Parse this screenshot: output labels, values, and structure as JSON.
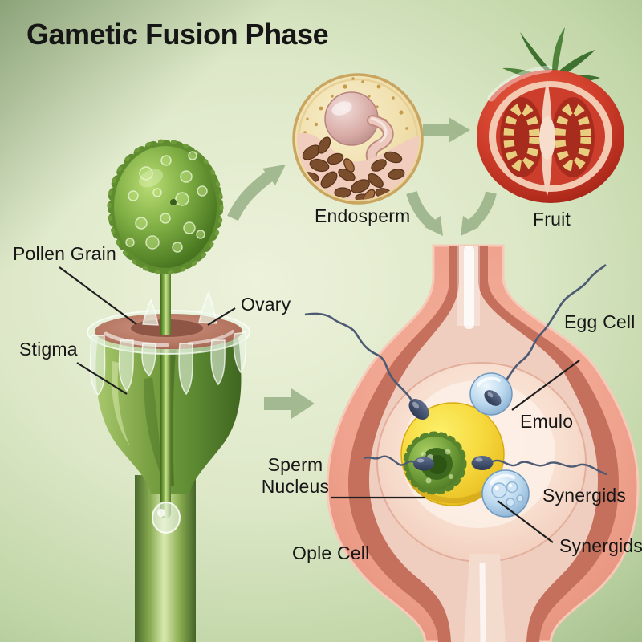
{
  "title": "Gametic Fusion Phase",
  "labels": {
    "pollen_grain": "Pollen Grain",
    "stigma": "Stigma",
    "ovary": "Ovary",
    "endosperm": "Endosperm",
    "fruit": "Fruit",
    "egg_cell": "Egg Cell",
    "emulo": "Emulo",
    "sperm_nucleus": "Sperm Nucleus",
    "ople_cell": "Ople Cell",
    "synergids_upper": "Synergids",
    "synergids_lower": "Synergids"
  },
  "illustrations": [
    "pollen-grain-icon",
    "stigma-ovary-icon",
    "endosperm-seed-icon",
    "fruit-tomato-icon",
    "ovule-cross-section-icon",
    "sperm-cell-icon",
    "egg-cell-icon",
    "synergid-cell-icon"
  ],
  "flow_arrows": [
    "arrow-pollen-to-endosperm",
    "arrow-endosperm-to-fruit",
    "arrow-pair-down-to-ovule",
    "arrow-left-to-ovule"
  ],
  "colors": {
    "background_light": "#edf2db",
    "background_dark": "#7e9e67",
    "text": "#161616",
    "arrow_green": "#9ab288",
    "pollen_green": "#6f9c3a",
    "stigma_rim_pink": "#b4755f",
    "ovule_salmon": "#eea390",
    "ovule_band": "#c4705c",
    "embryo_sac": "#f9e4d6",
    "central_cell_yellow": "#f3cf2e",
    "cell_blue": "#a7c9e4",
    "sperm_navy": "#3c4a68",
    "tomato_red": "#c43728",
    "tomato_seed_yellow": "#e9cd7f",
    "endosperm_cream": "#f6ecca",
    "seed_brown": "#7a4e2c"
  }
}
